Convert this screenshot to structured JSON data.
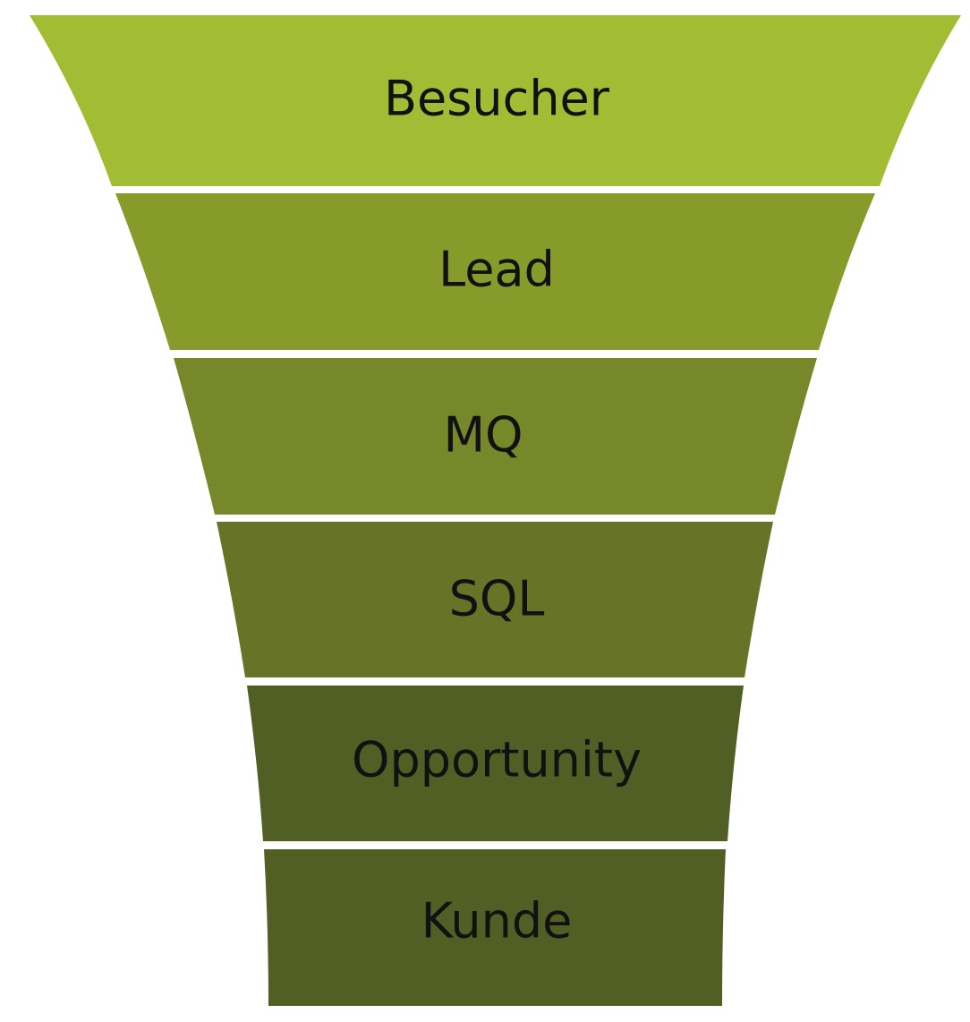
{
  "funnel": {
    "stages": [
      {
        "label": "Besucher",
        "color": "#a2bd33"
      },
      {
        "label": "Lead",
        "color": "#879b2b"
      },
      {
        "label": "MQ",
        "color": "#76882a"
      },
      {
        "label": "SQL",
        "color": "#677428"
      },
      {
        "label": "Opportunity",
        "color": "#525f24"
      },
      {
        "label": "Kunde",
        "color": "#525f24"
      }
    ]
  }
}
